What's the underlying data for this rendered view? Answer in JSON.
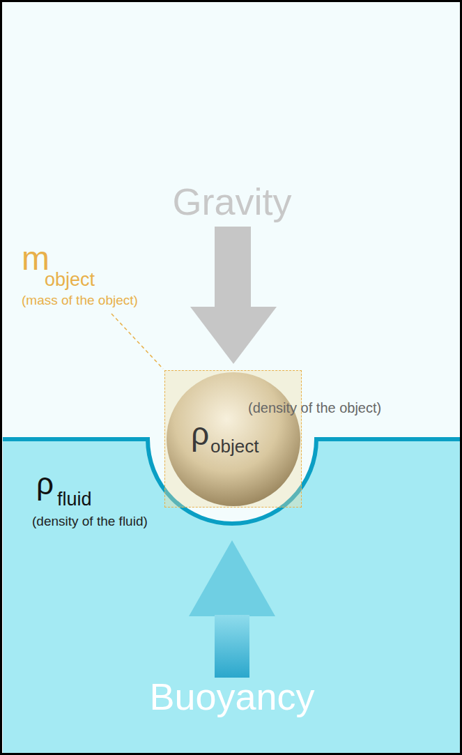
{
  "diagram": {
    "nodes": [
      {
        "text": [
          "m",
          "object",
          "(mass of the object)"
        ]
      },
      {
        "text": [
          "ρ",
          "object",
          "(density of the object)"
        ],
        "in": 0
      }
    ],
    "labels": [
      "Gravity",
      "ρ",
      "fluid",
      "(density of the fluid)",
      "Buoyancy"
    ]
  }
}
